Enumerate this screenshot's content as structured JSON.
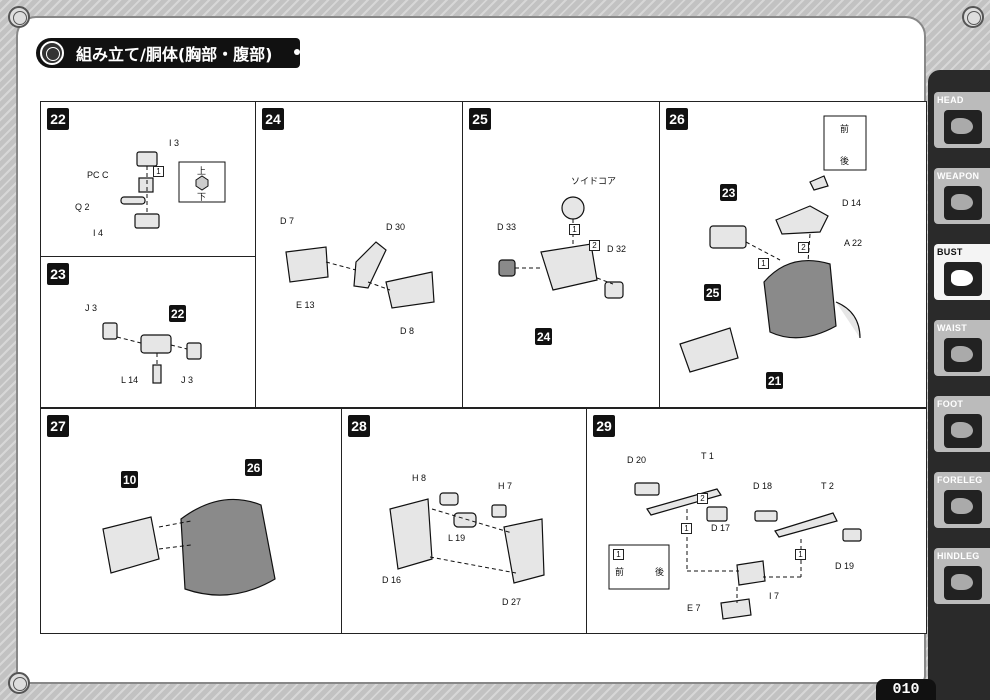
{
  "title": "組み立て/胴体(胸部・腹部)",
  "page_number": "010",
  "steps": [
    {
      "id": "22",
      "labels": [
        "I 3",
        "PC C",
        "Q 2",
        "I 4"
      ],
      "inset": {
        "top": "上",
        "bottom": "下",
        "num": "1"
      }
    },
    {
      "id": "23",
      "labels": [
        "J 3",
        "L 14",
        "J 3"
      ],
      "ref": "22"
    },
    {
      "id": "24",
      "labels": [
        "D 7",
        "D 30",
        "E 13",
        "D 8"
      ]
    },
    {
      "id": "25",
      "labels": [
        "ソイドコア",
        "D 33",
        "D 32"
      ],
      "ref": "24",
      "nums": [
        "1",
        "2"
      ]
    },
    {
      "id": "26",
      "labels": [
        "D 14",
        "A 22"
      ],
      "refs": [
        "23",
        "25",
        "21"
      ],
      "inset": {
        "top": "前",
        "bottom": "後"
      },
      "nums": [
        "1",
        "2"
      ]
    },
    {
      "id": "27",
      "refs": [
        "10",
        "26"
      ]
    },
    {
      "id": "28",
      "labels": [
        "H 8",
        "H 7",
        "L 19",
        "D 16",
        "D 27"
      ]
    },
    {
      "id": "29",
      "labels": [
        "D 20",
        "T 1",
        "D 17",
        "D 18",
        "T 2",
        "D 19",
        "I 7",
        "E 7"
      ],
      "inset": {
        "num": "1",
        "left": "前",
        "right": "後"
      },
      "nums": [
        "1",
        "2"
      ]
    }
  ],
  "side_tabs": [
    "HEAD",
    "WEAPON",
    "BUST",
    "WAIST",
    "FOOT",
    "FORELEG",
    "HINDLEG"
  ],
  "active_tab": "BUST"
}
